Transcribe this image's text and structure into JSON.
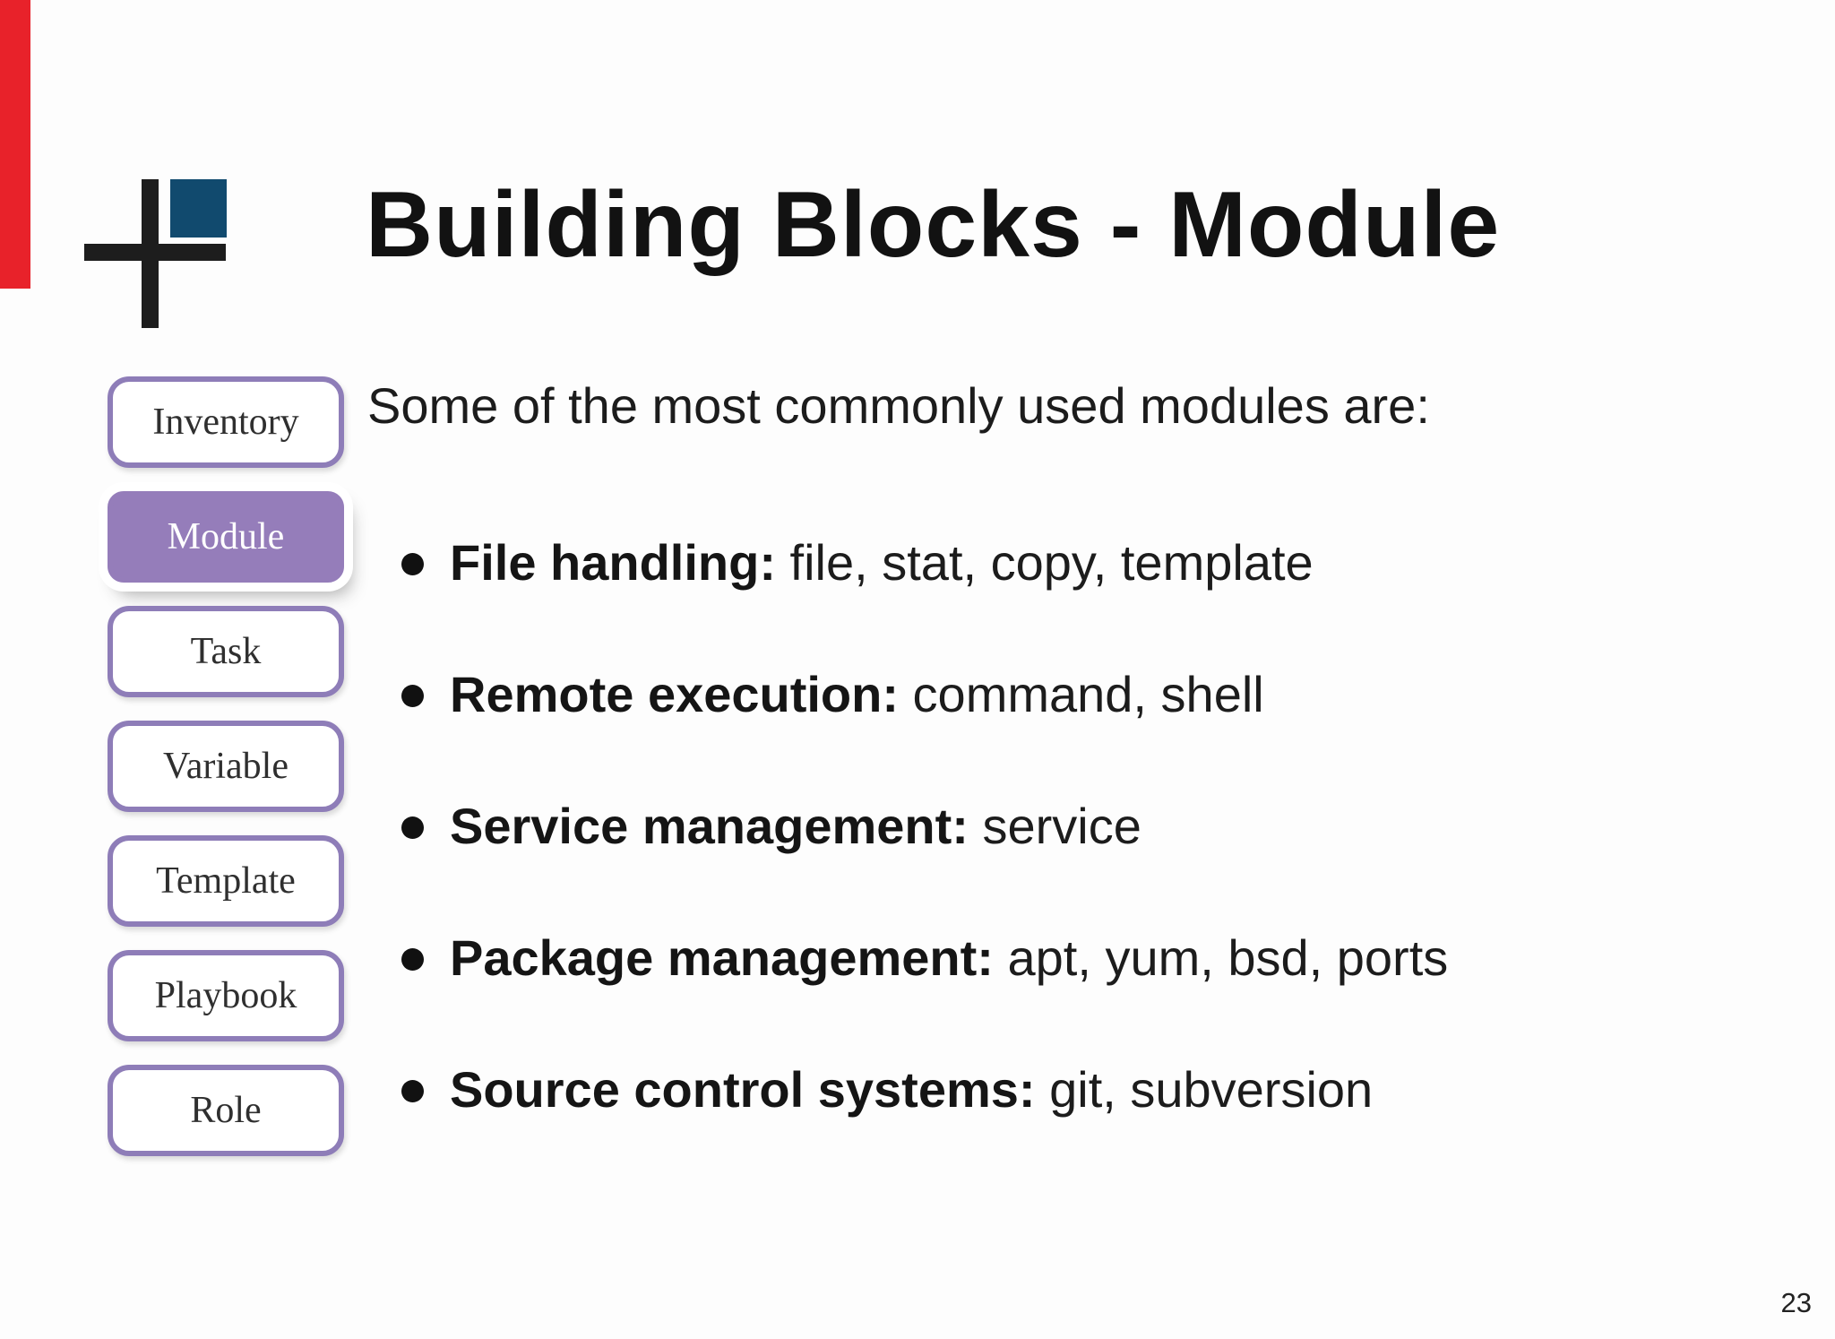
{
  "header": {
    "title": "Building Blocks - Module"
  },
  "accent": {
    "red_bar_color": "#e8222a"
  },
  "logo": {
    "square_color": "#114a6e",
    "cross_color": "#1d1d1d"
  },
  "sidebar": {
    "border_color": "#8e7db8",
    "active_fill": "#957dba",
    "items": [
      {
        "label": "Inventory",
        "active": false
      },
      {
        "label": "Module",
        "active": true
      },
      {
        "label": "Task",
        "active": false
      },
      {
        "label": "Variable",
        "active": false
      },
      {
        "label": "Template",
        "active": false
      },
      {
        "label": "Playbook",
        "active": false
      },
      {
        "label": "Role",
        "active": false
      }
    ]
  },
  "content": {
    "intro": "Some of the most commonly used modules are:",
    "bullets": [
      {
        "label": "File handling:",
        "rest": " file, stat, copy, template"
      },
      {
        "label": "Remote execution:",
        "rest": " command, shell"
      },
      {
        "label": "Service management:",
        "rest": " service"
      },
      {
        "label": "Package management:",
        "rest": " apt, yum, bsd, ports"
      },
      {
        "label": "Source control systems:",
        "rest": " git, subversion"
      }
    ]
  },
  "footer": {
    "page_number": "23"
  }
}
